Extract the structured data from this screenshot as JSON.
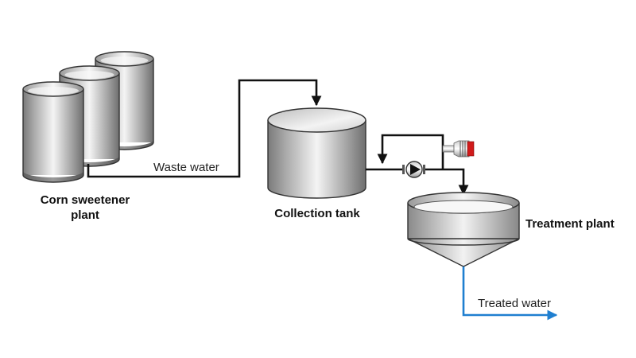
{
  "diagram": {
    "title": "Corn sweetener wastewater treatment process",
    "nodes": {
      "source": {
        "label_line1": "Corn sweetener",
        "label_line2": "plant",
        "kind": "three cylindrical tanks"
      },
      "collection": {
        "label": "Collection tank",
        "kind": "cylindrical tank"
      },
      "pump": {
        "kind": "centrifugal pump with motor and recirculation loop",
        "motor_cap_color": "#d11a1a"
      },
      "treatment": {
        "label": "Treatment plant",
        "kind": "conical clarifier"
      }
    },
    "flows": {
      "waste_water": {
        "label": "Waste water",
        "from": "Corn sweetener plant",
        "to": "Collection tank",
        "color": "#111111"
      },
      "pumped": {
        "from": "Collection tank",
        "to": "Treatment plant",
        "color": "#111111"
      },
      "treated_water": {
        "label": "Treated water",
        "from": "Treatment plant",
        "to": "outlet",
        "color": "#1f7fd0"
      }
    }
  }
}
